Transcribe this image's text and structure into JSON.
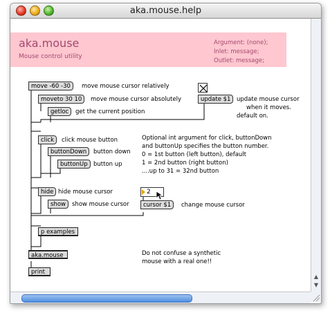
{
  "window": {
    "title": "aka.mouse.help"
  },
  "header": {
    "title": "aka.mouse",
    "subtitle": "Mouse control utility",
    "argument": "Argument: (none);",
    "inlet": "Inlet: message;",
    "outlet": "Outlet: message;"
  },
  "objects": {
    "move": "move -60 -30",
    "moveto": "moveto 30 10",
    "getloc": "getloc",
    "toggle_update": "update $1",
    "click": "click",
    "buttondown": "buttonDown",
    "buttonup": "buttonUp",
    "hide": "hide",
    "show": "show",
    "number": "2",
    "cursor": "cursor $1",
    "p_examples": "p examples",
    "akamouse": "aka.mouse",
    "print": "print"
  },
  "comments": {
    "move": "move mouse cursor relatively",
    "moveto": "move mouse cursor absolutely",
    "getloc": "get the current position",
    "update1": "update mouse cursor",
    "update2": "when it moves.",
    "update3": "default on.",
    "click": "click mouse button",
    "buttondown": "button down",
    "buttonup": "button up",
    "opt1": "Optional int argument for click, buttonDown",
    "opt2": "and buttonUp specifies the button number.",
    "opt3": "0 = 1st button (left button), default",
    "opt4": "1 = 2nd button (right button)",
    "opt5": "....up to 31 = 32nd button",
    "hide": "hide mouse cursor",
    "show": "show mouse cursor",
    "cursor": "change mouse cursor",
    "warn1": "Do not confuse a synthetic",
    "warn2": "mouse with a real one!!"
  }
}
